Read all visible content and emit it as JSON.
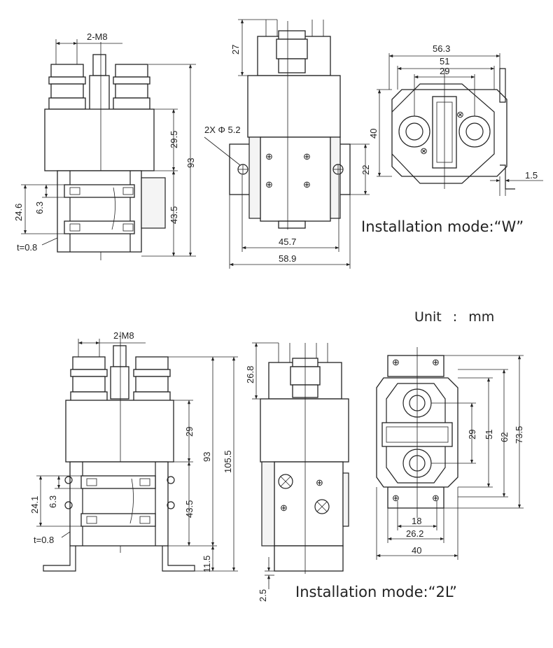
{
  "captions": {
    "mode_w": "Installation mode:“W”",
    "mode_2l": "Installation mode:“2L”",
    "unit_label": "Unit",
    "unit_sep": ":",
    "unit_value": "mm"
  },
  "top_side": {
    "thread": "2-M8",
    "d_29_5": "29.5",
    "d_93": "93",
    "d_24_6": "24.6",
    "d_6_3": "6.3",
    "d_43_5": "43.5",
    "thickness": "t=0.8"
  },
  "top_front": {
    "d_27": "27",
    "holes": "2X Φ 5.2",
    "d_22": "22",
    "d_45_7": "45.7",
    "d_58_9": "58.9"
  },
  "top_plan": {
    "d_56_3": "56.3",
    "d_51": "51",
    "d_29": "29",
    "d_40": "40",
    "d_1_5": "1.5"
  },
  "bot_side": {
    "thread": "2-M8",
    "d_29": "29",
    "d_93": "93",
    "d_105_5": "105.5",
    "d_24_1": "24.1",
    "d_6_3": "6.3",
    "d_43_5": "43.5",
    "thickness": "t=0.8",
    "d_11_5": "11.5"
  },
  "bot_front": {
    "d_26_8": "26.8",
    "d_2_5": "2.5"
  },
  "bot_plan": {
    "d_73_5": "73.5",
    "d_62": "62",
    "d_51": "51",
    "d_29": "29",
    "d_18": "18",
    "d_26_2": "26.2",
    "d_40": "40"
  }
}
